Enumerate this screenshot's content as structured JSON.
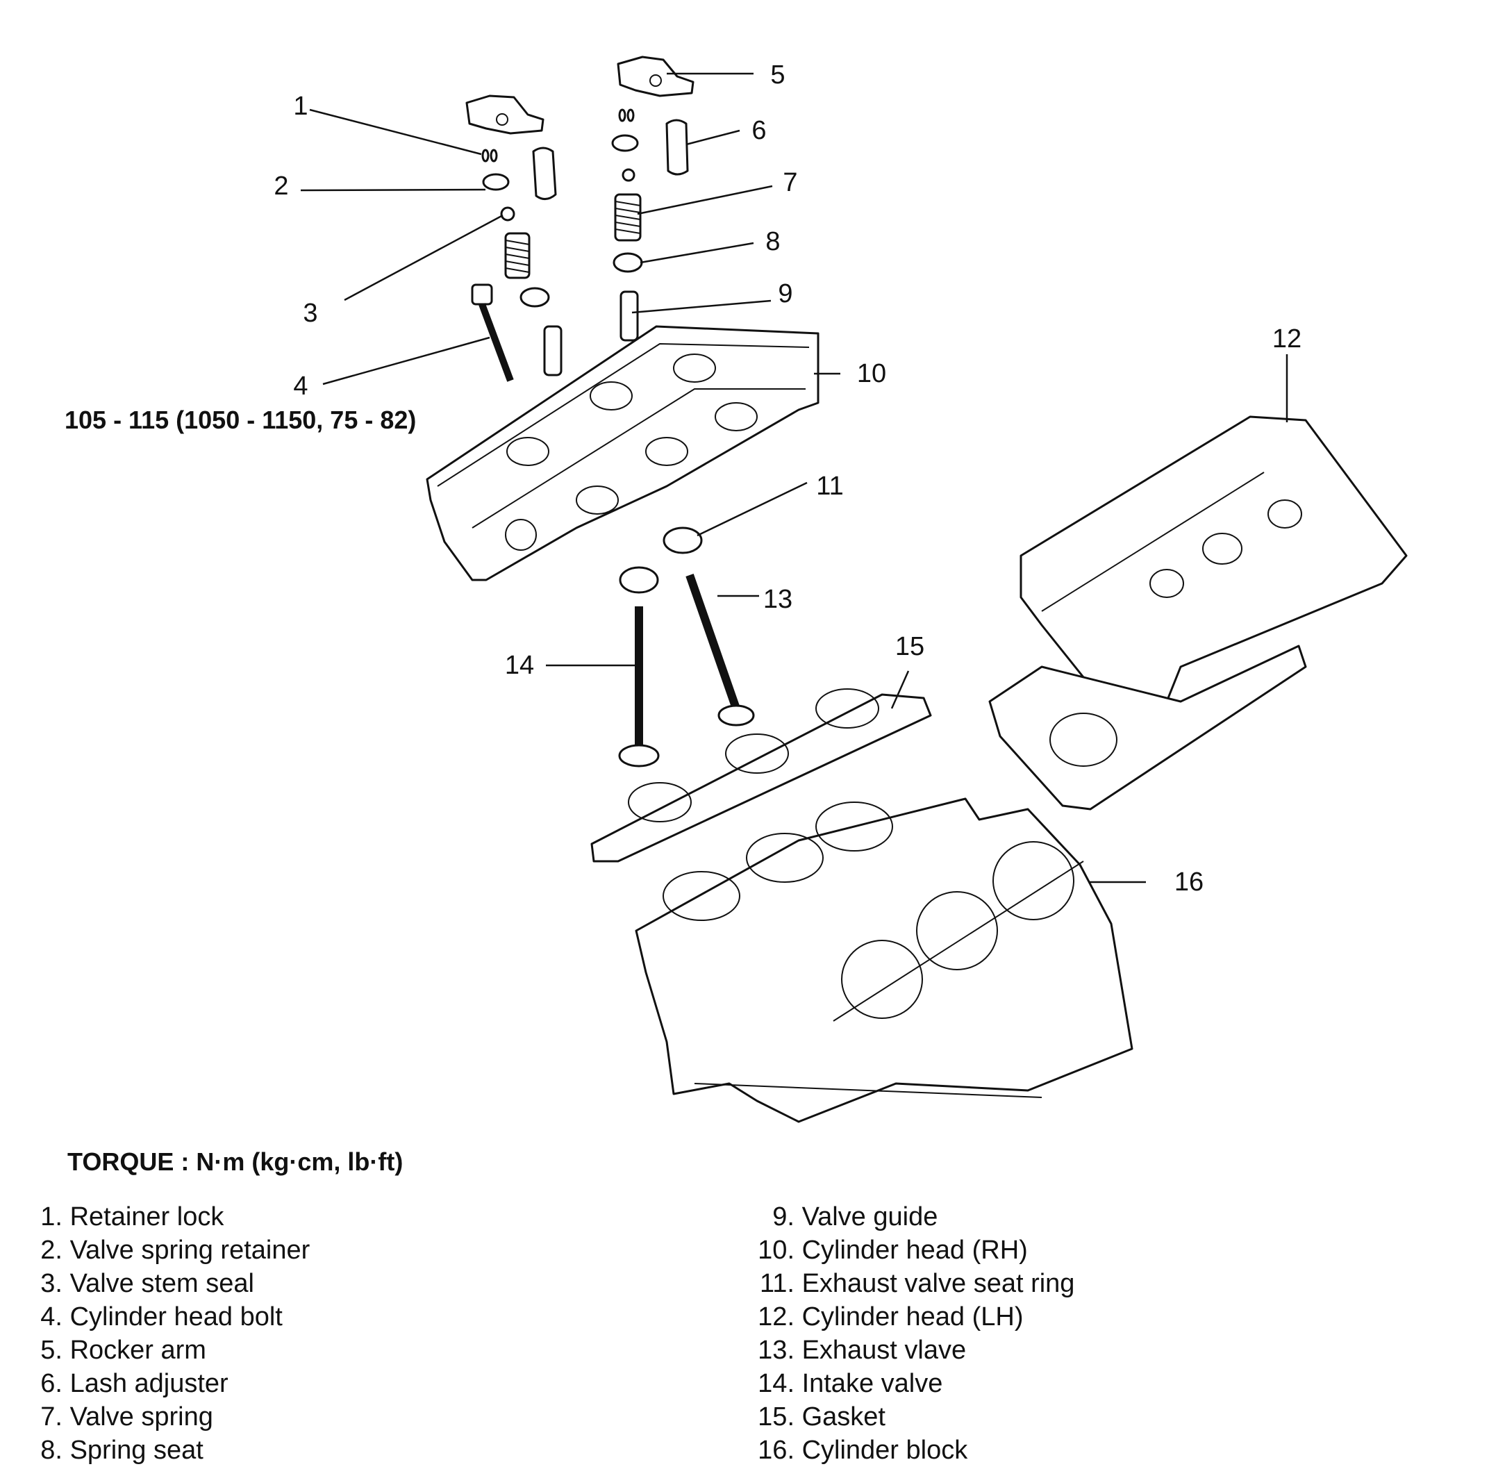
{
  "torque_spec": "105 - 115 (1050 - 1150, 75 - 82)",
  "torque_title": "TORQUE : N·m (kg·cm, lb·ft)",
  "callouts": [
    "1",
    "2",
    "3",
    "4",
    "5",
    "6",
    "7",
    "8",
    "9",
    "10",
    "11",
    "12",
    "13",
    "14",
    "15",
    "16"
  ],
  "legend": {
    "left": [
      {
        "num": "1.",
        "label": "Retainer lock"
      },
      {
        "num": "2.",
        "label": "Valve spring retainer"
      },
      {
        "num": "3.",
        "label": "Valve stem seal"
      },
      {
        "num": "4.",
        "label": "Cylinder head bolt"
      },
      {
        "num": "5.",
        "label": "Rocker arm"
      },
      {
        "num": "6.",
        "label": "Lash adjuster"
      },
      {
        "num": "7.",
        "label": "Valve spring"
      },
      {
        "num": "8.",
        "label": "Spring seat"
      }
    ],
    "right": [
      {
        "num": "9.",
        "label": "Valve guide"
      },
      {
        "num": "10.",
        "label": "Cylinder head (RH)"
      },
      {
        "num": "11.",
        "label": "Exhaust valve seat ring"
      },
      {
        "num": "12.",
        "label": "Cylinder head (LH)"
      },
      {
        "num": "13.",
        "label": "Exhaust vlave"
      },
      {
        "num": "14.",
        "label": "Intake valve"
      },
      {
        "num": "15.",
        "label": "Gasket"
      },
      {
        "num": "16.",
        "label": "Cylinder block"
      }
    ]
  }
}
